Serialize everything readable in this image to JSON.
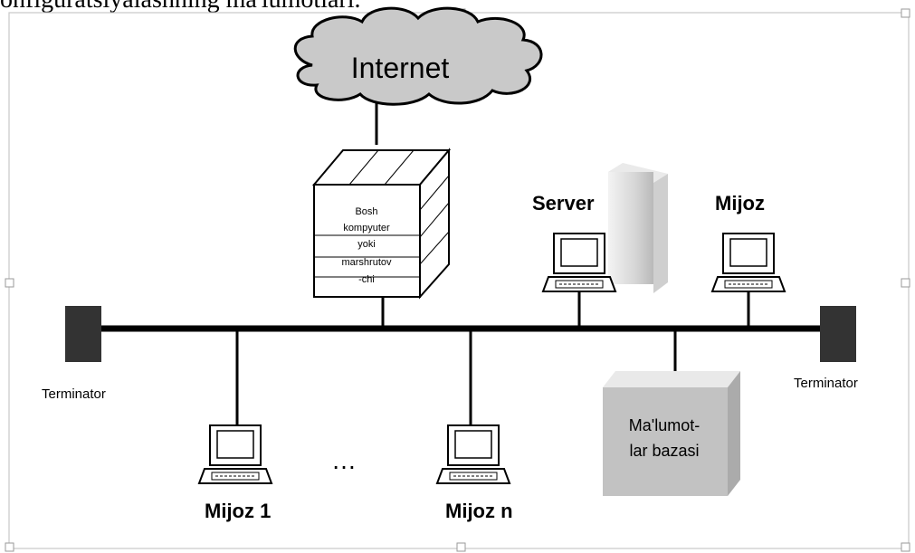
{
  "caption": "onfiguratsiyalashning ma'lumotlari.",
  "cloud": {
    "label": "Internet"
  },
  "router": {
    "lines": [
      "Bosh",
      "kompyuter",
      "yoki",
      "marshrutov",
      "-chi"
    ]
  },
  "server": {
    "label": "Server"
  },
  "client_top": {
    "label": "Mijoz"
  },
  "terminator_left": {
    "label": "Terminator"
  },
  "terminator_right": {
    "label": "Terminator"
  },
  "client_1": {
    "label": "Mijoz 1"
  },
  "client_n": {
    "label": "Mijoz n"
  },
  "ellipsis": {
    "label": "…"
  },
  "database": {
    "lines": [
      "Ma'lumot-",
      "lar bazasi"
    ]
  }
}
